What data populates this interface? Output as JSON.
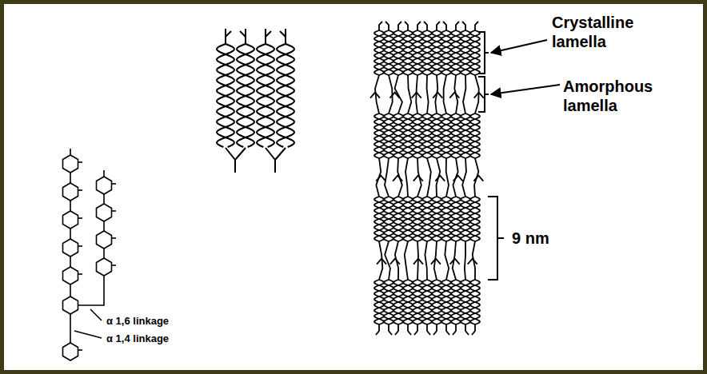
{
  "diagram": {
    "labels": [
      "Crystalline lamella",
      "Amorphous lamella",
      "9 nm",
      "α 1,6 linkage",
      "α 1,4 linkage"
    ]
  }
}
